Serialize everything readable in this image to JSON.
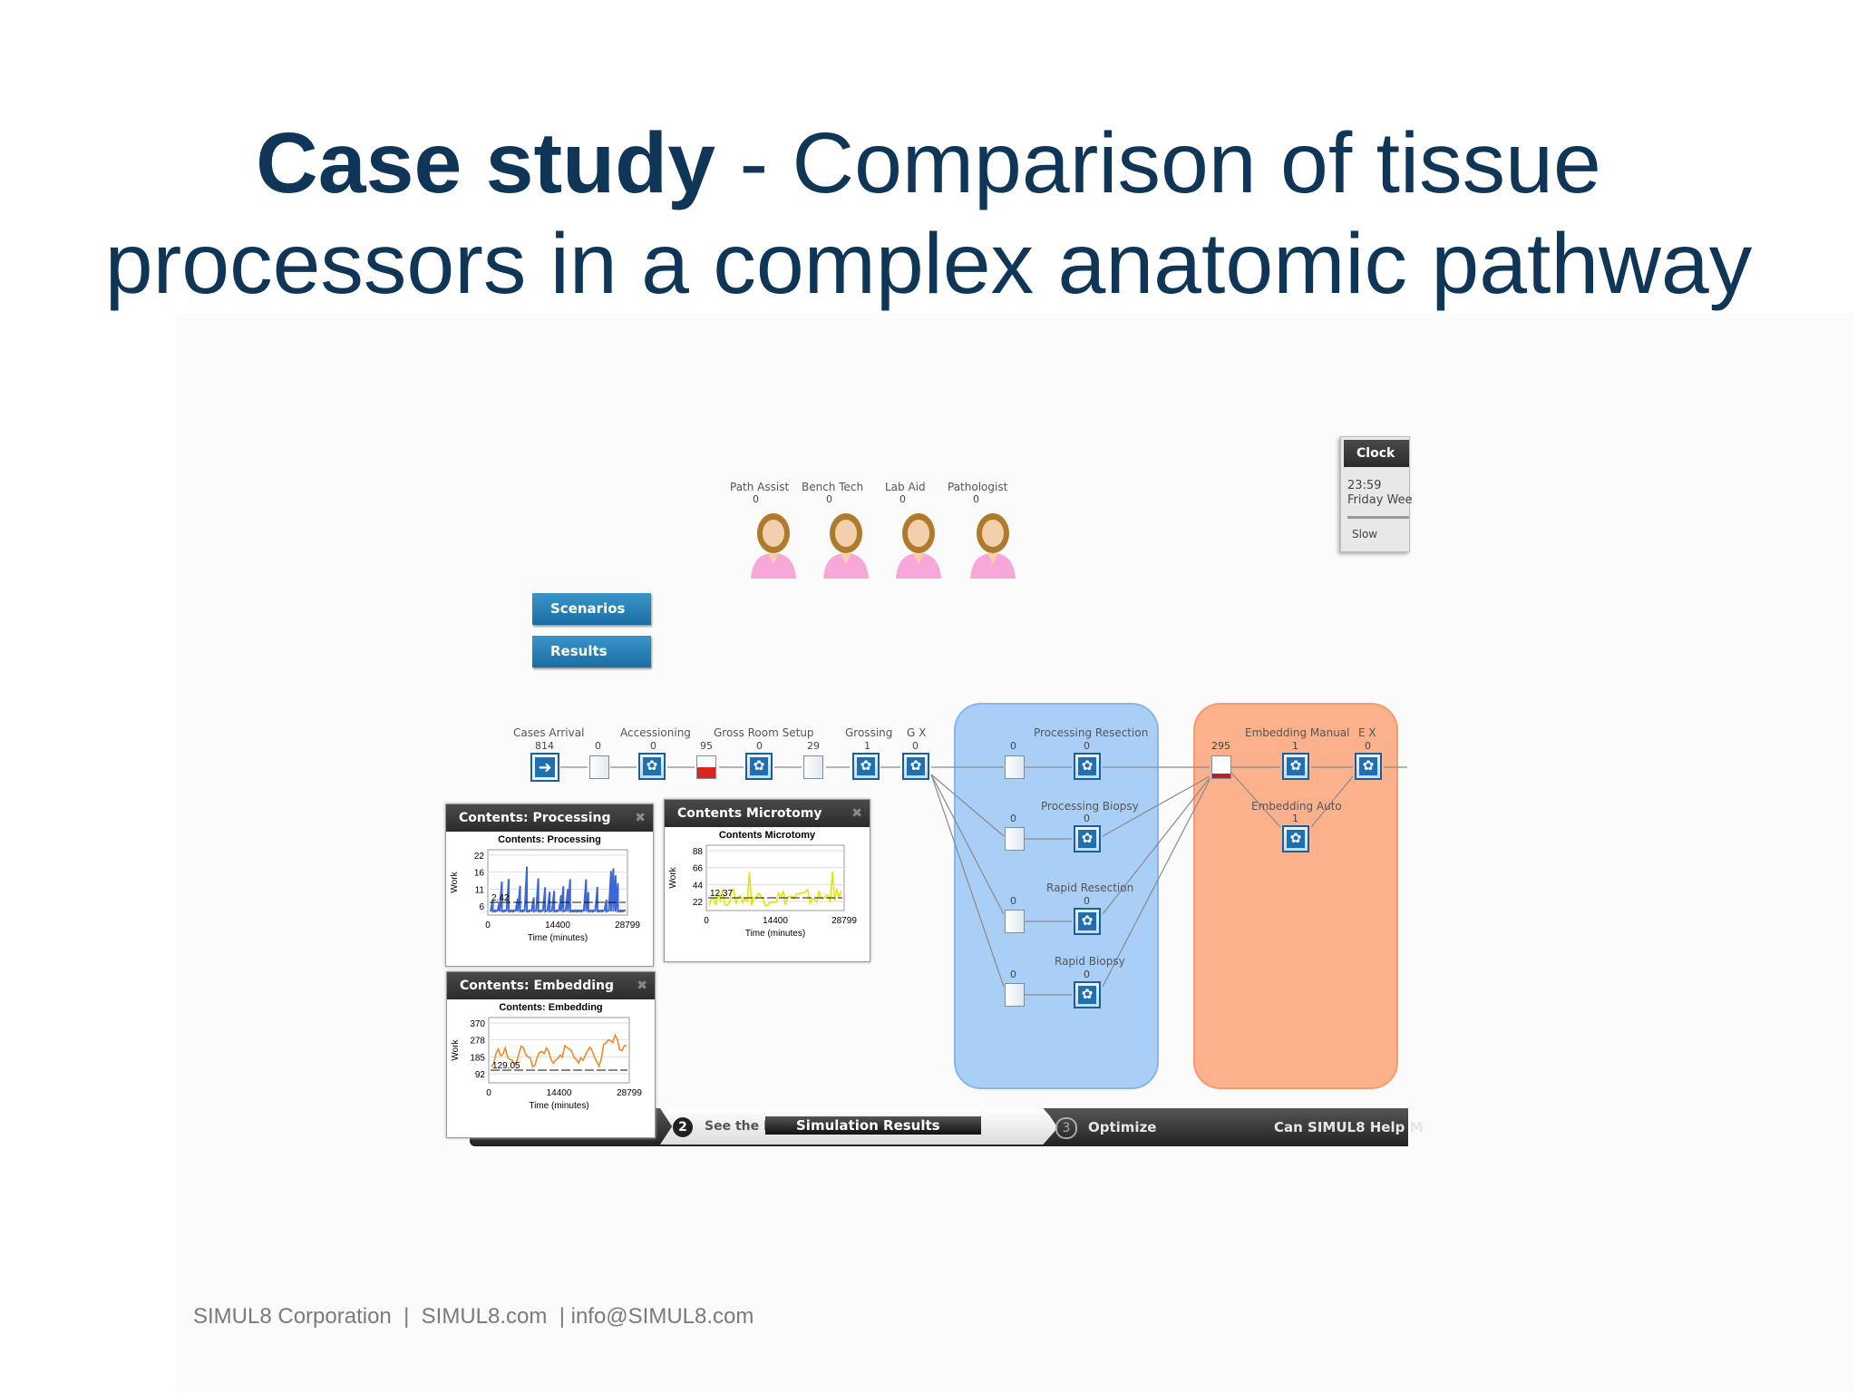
{
  "title": {
    "bold": "Case study",
    "rest_line1": " - Comparison of tissue",
    "line2": "processors in a complex anatomic pathway"
  },
  "footer": "SIMUL8 Corporation  |  SIMUL8.com  | info@SIMUL8.com",
  "clock": {
    "header": "Clock",
    "time": "23:59",
    "day": "Friday Wee",
    "speed": "Slow"
  },
  "resources": [
    {
      "name": "Path Assist",
      "count": "0"
    },
    {
      "name": "Bench Tech",
      "count": "0"
    },
    {
      "name": "Lab Aid",
      "count": "0"
    },
    {
      "name": "Pathologist",
      "count": "0"
    }
  ],
  "buttons": {
    "scenarios": "Scenarios",
    "results": "Results"
  },
  "flow": {
    "cases_arrival": {
      "label": "Cases Arrival",
      "count": "814"
    },
    "queue1": {
      "count": "0"
    },
    "accessioning": {
      "label": "Accessioning",
      "count": "0"
    },
    "queue2": {
      "count": "95"
    },
    "gross_room_setup": {
      "label": "Gross Room Setup",
      "count": "0"
    },
    "queue3": {
      "count": "29"
    },
    "grossing": {
      "label": "Grossing",
      "count": "1"
    },
    "gx": {
      "label": "G X",
      "count": "0"
    },
    "processing_resection": {
      "label": "Processing Resection",
      "count": "0",
      "queue": "0"
    },
    "processing_biopsy": {
      "label": "Processing Biopsy",
      "count": "0",
      "queue": "0"
    },
    "rapid_resection": {
      "label": "Rapid Resection",
      "count": "0",
      "queue": "0"
    },
    "rapid_biopsy": {
      "label": "Rapid Biopsy",
      "count": "0",
      "queue": "0"
    },
    "embed_queue": {
      "count": "295"
    },
    "embedding_manual": {
      "label": "Embedding Manual",
      "count": "1"
    },
    "ex": {
      "label": "E X",
      "count": "0"
    },
    "embedding_auto": {
      "label": "Embedding Auto",
      "count": "1"
    }
  },
  "charts": [
    {
      "window_title": "Contents: Processing",
      "chart_title": "Contents: Processing",
      "ylabel": "Work",
      "xlabel": "Time (minutes)",
      "yticks": [
        "22",
        "16",
        "11",
        "6"
      ],
      "xticks": [
        "0",
        "14400",
        "28799"
      ],
      "avg_label": "2.42",
      "color": "#3d67d4"
    },
    {
      "window_title": "Contents Microtomy",
      "chart_title": "Contents Microtomy",
      "ylabel": "Work",
      "xlabel": "Time (minutes)",
      "yticks": [
        "88",
        "66",
        "44",
        "22"
      ],
      "xticks": [
        "0",
        "14400",
        "28799"
      ],
      "avg_label": "12.37",
      "color": "#e3e600"
    },
    {
      "window_title": "Contents: Embedding",
      "chart_title": "Contents: Embedding",
      "ylabel": "Work",
      "xlabel": "Time (minutes)",
      "yticks": [
        "370",
        "278",
        "185",
        "92"
      ],
      "xticks": [
        "0",
        "14400",
        "28799"
      ],
      "avg_label": "129.05",
      "color": "#f08a24"
    }
  ],
  "bottom_bar": {
    "step2_num": "2",
    "step2_label": "See the I",
    "sim_results": "Simulation Results",
    "step3_num": "3",
    "step3_label": "Optimize",
    "help": "Can SIMUL8 Help M"
  },
  "colors": {
    "title": "#0f3657",
    "process_region": "#a9cff7",
    "embedding_region": "#fbb18c",
    "block_blue": "#1f6fb3"
  }
}
